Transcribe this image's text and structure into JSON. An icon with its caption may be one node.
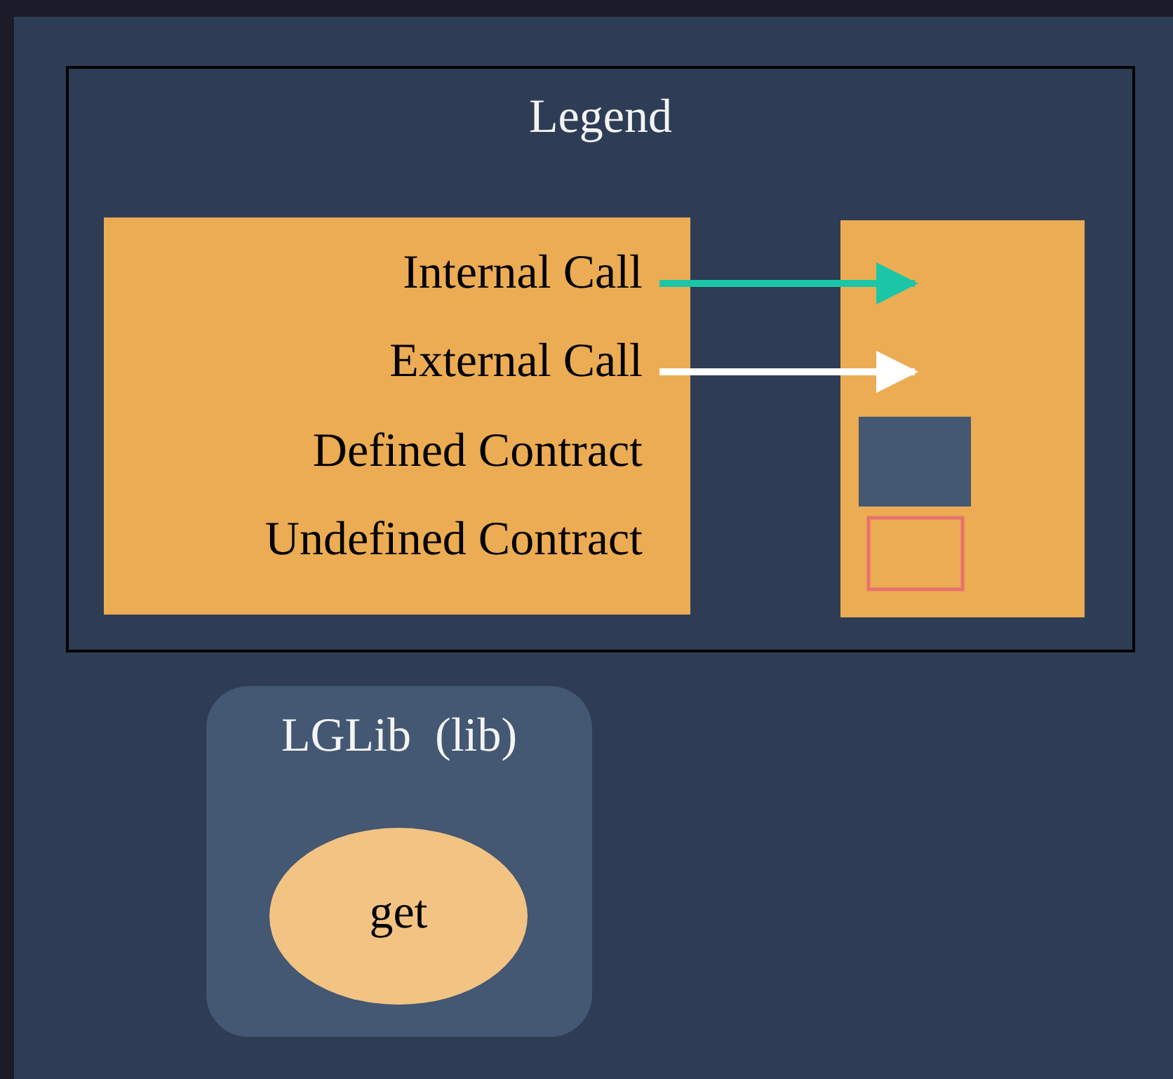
{
  "diagram": {
    "nodes": [
      {
        "text": [
          "LGLib  (lib)"
        ]
      },
      {
        "text": [
          "get"
        ],
        "in": 0
      }
    ],
    "labels": [
      "Legend"
    ],
    "legend": [
      {
        "text": "Internal Call"
      },
      {
        "text": "External Call"
      },
      {
        "text": "Defined Contract",
        "color": "#445773"
      },
      {
        "text": "Undefined Contract"
      }
    ]
  }
}
